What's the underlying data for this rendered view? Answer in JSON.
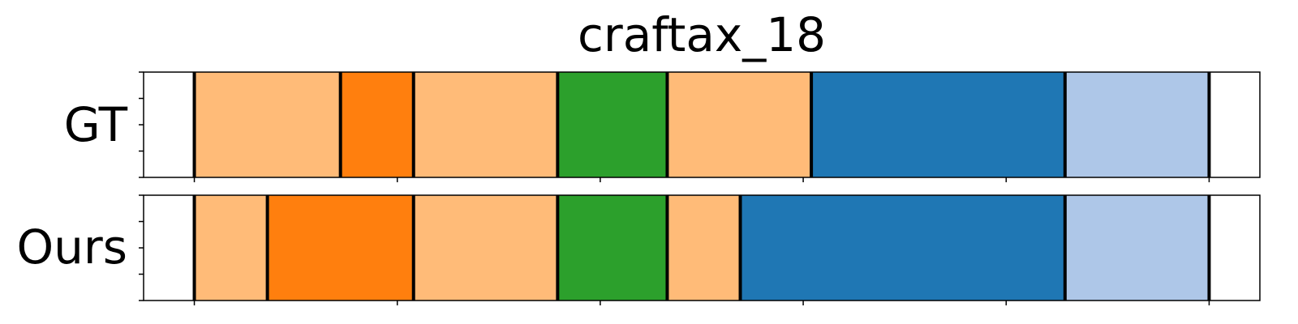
{
  "chart_data": {
    "type": "segmentation_timeline",
    "title": "craftax_18",
    "xlim": [
      0,
      55
    ],
    "xtick_values": [
      2.5,
      12.5,
      22.5,
      32.5,
      42.5,
      52.5
    ],
    "ytick_count": 5,
    "grid": false,
    "rows": [
      {
        "label": "GT",
        "segments": [
          {
            "start": 2.5,
            "end": 9.7,
            "color": "#ffbb78"
          },
          {
            "start": 9.7,
            "end": 13.3,
            "color": "#ff7f0e"
          },
          {
            "start": 13.3,
            "end": 20.4,
            "color": "#ffbb78"
          },
          {
            "start": 20.4,
            "end": 25.8,
            "color": "#2ca02c"
          },
          {
            "start": 25.8,
            "end": 32.9,
            "color": "#ffbb78"
          },
          {
            "start": 32.9,
            "end": 45.4,
            "color": "#1f77b4"
          },
          {
            "start": 45.4,
            "end": 52.5,
            "color": "#aec7e8"
          }
        ]
      },
      {
        "label": "Ours",
        "segments": [
          {
            "start": 2.5,
            "end": 6.1,
            "color": "#ffbb78"
          },
          {
            "start": 6.1,
            "end": 13.3,
            "color": "#ff7f0e"
          },
          {
            "start": 13.3,
            "end": 20.4,
            "color": "#ffbb78"
          },
          {
            "start": 20.4,
            "end": 25.8,
            "color": "#2ca02c"
          },
          {
            "start": 25.8,
            "end": 29.4,
            "color": "#ffbb78"
          },
          {
            "start": 29.4,
            "end": 45.4,
            "color": "#1f77b4"
          },
          {
            "start": 45.4,
            "end": 52.5,
            "color": "#aec7e8"
          }
        ]
      }
    ]
  }
}
